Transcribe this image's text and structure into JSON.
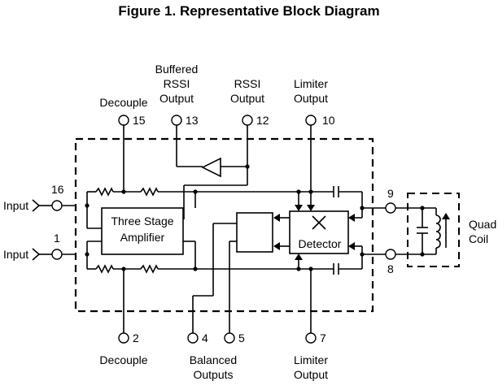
{
  "title": "Figure 1. Representative Block Diagram",
  "labels": {
    "decouple_top": "Decouple",
    "buffered_rssi": [
      "Buffered",
      "RSSI",
      "Output"
    ],
    "rssi_output": [
      "RSSI",
      "Output"
    ],
    "limiter_top": [
      "Limiter",
      "Output"
    ],
    "input_1": "Input",
    "input_2": "Input",
    "quad_coil": [
      "Quad",
      "Coil"
    ],
    "decouple_bottom": "Decouple",
    "balanced": [
      "Balanced",
      "Outputs"
    ],
    "limiter_bottom": [
      "Limiter",
      "Output"
    ]
  },
  "pins": {
    "p15": "15",
    "p13": "13",
    "p12": "12",
    "p10": "10",
    "p16": "16",
    "p1": "1",
    "p9": "9",
    "p8": "8",
    "p2": "2",
    "p4": "4",
    "p5": "5",
    "p7": "7"
  },
  "blocks": {
    "amplifier": [
      "Three Stage",
      "Amplifier"
    ],
    "detector": "Detector"
  }
}
